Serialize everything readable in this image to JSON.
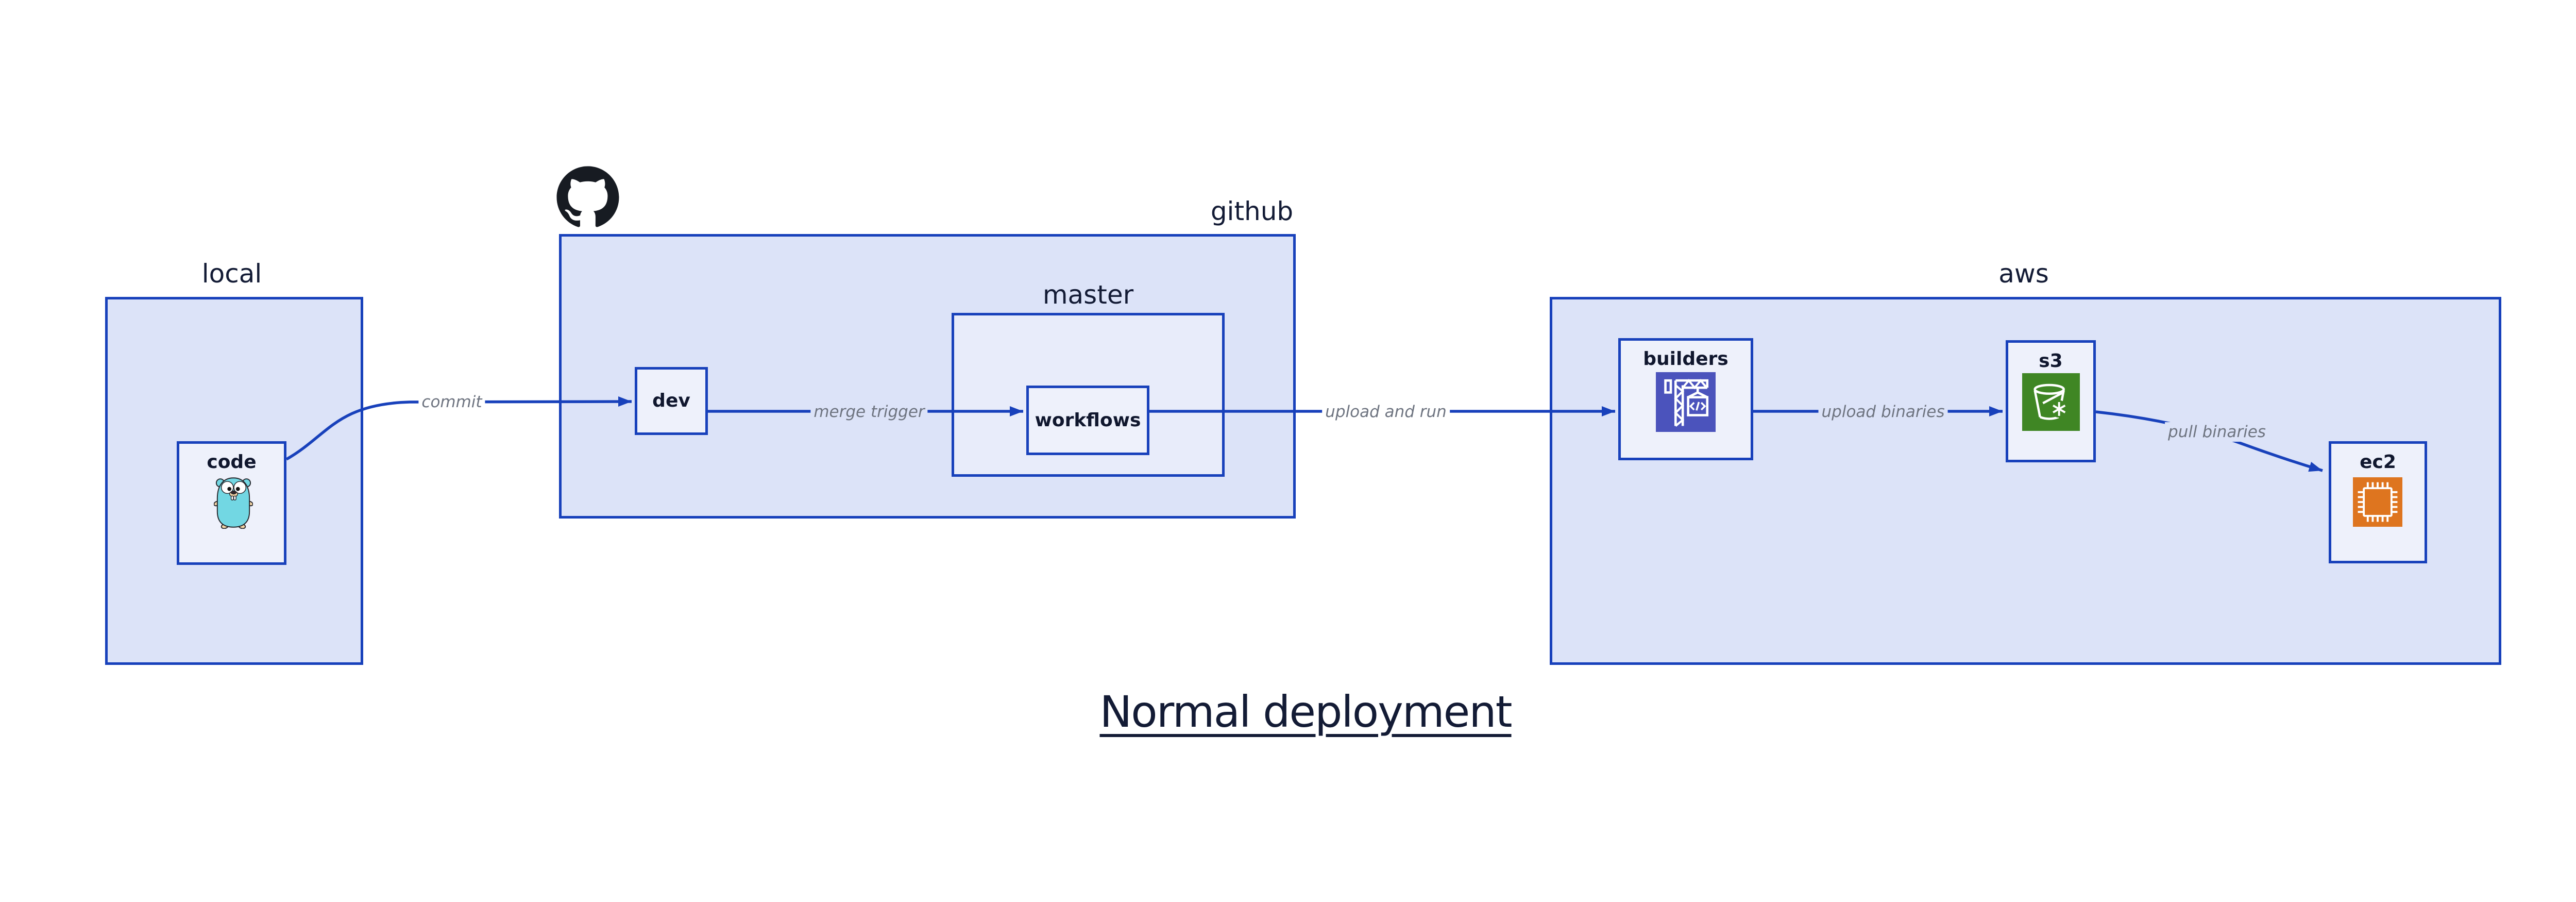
{
  "diagram": {
    "title": "Normal deployment",
    "groups": {
      "local": {
        "label": "local"
      },
      "github": {
        "label": "github"
      },
      "master": {
        "label": "master"
      },
      "aws": {
        "label": "aws"
      }
    },
    "nodes": {
      "code": {
        "label": "code"
      },
      "dev": {
        "label": "dev"
      },
      "workflows": {
        "label": "workflows"
      },
      "builders": {
        "label": "builders"
      },
      "s3": {
        "label": "s3"
      },
      "ec2": {
        "label": "ec2"
      }
    },
    "edges": {
      "commit": {
        "label": "commit"
      },
      "merge_trigger": {
        "label": "merge trigger"
      },
      "upload_and_run": {
        "label": "upload and run"
      },
      "upload_binaries": {
        "label": "upload binaries"
      },
      "pull_binaries": {
        "label": "pull binaries"
      }
    },
    "icons": {
      "gopher": "go-gopher-icon",
      "octocat": "github-octocat-icon",
      "builders": "aws-codebuild-crane-icon",
      "s3": "aws-s3-glacier-bucket-icon",
      "ec2": "aws-ec2-chip-icon",
      "codebuild_glyph": "</>"
    },
    "colors": {
      "stroke_blue": "#1841bb",
      "group_fill": "#dce3f8",
      "master_fill": "#e8ecfa",
      "node_fill": "#eef1fb",
      "label_navy": "#131b35",
      "edge_label_gray": "#6e7480",
      "codebuild_bg": "#4b53bc",
      "glacier_bg": "#3f8624",
      "ec2_bg": "#de751f",
      "github_black": "#171b22",
      "gopher_teal": "#72d7e3",
      "gopher_tan": "#f6d7a7"
    }
  }
}
